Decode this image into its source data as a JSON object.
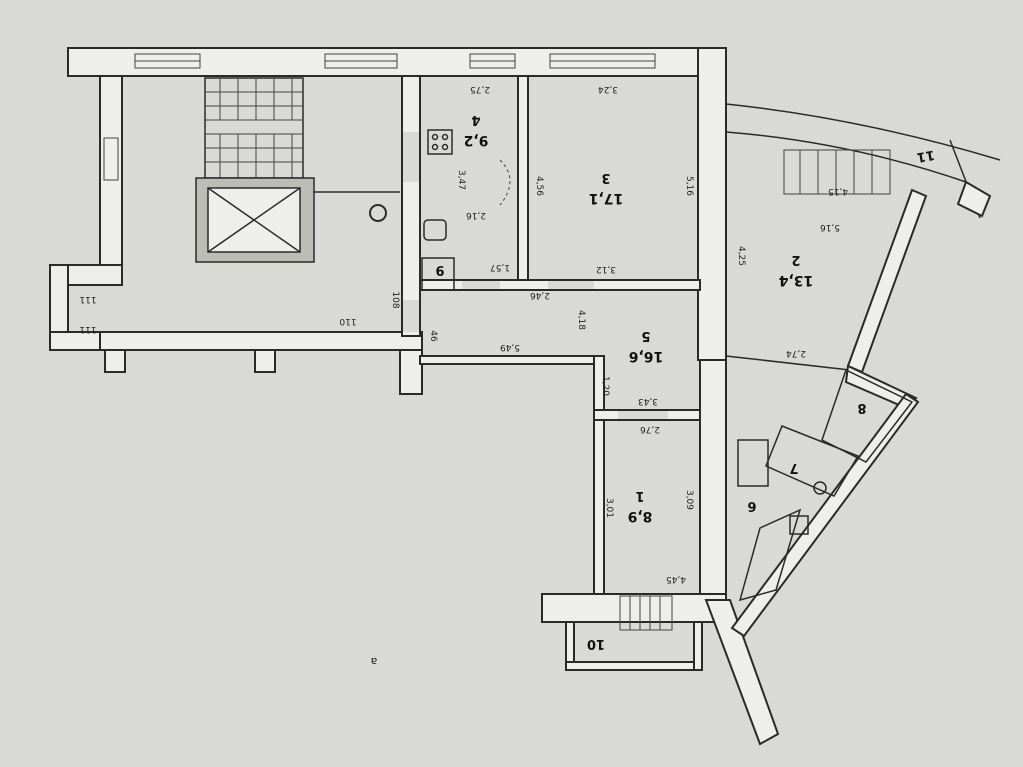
{
  "rooms": [
    {
      "id": "1",
      "area": "8,9"
    },
    {
      "id": "2",
      "area": "13,4"
    },
    {
      "id": "3",
      "area": "17,1"
    },
    {
      "id": "4",
      "area": "9,2"
    },
    {
      "id": "5",
      "area": "16,6"
    },
    {
      "id": "6",
      "area": ""
    },
    {
      "id": "7",
      "area": ""
    },
    {
      "id": "8",
      "area": ""
    },
    {
      "id": "9",
      "area": ""
    },
    {
      "id": "10",
      "area": ""
    },
    {
      "id": "11",
      "area": ""
    }
  ],
  "dimensions": {
    "d_275": "2,75",
    "d_324": "3,24",
    "d_516": "5,16",
    "d_516b": "5,16",
    "d_425": "4,25",
    "d_456": "4,56",
    "d_347": "3,47",
    "d_216": "2,16",
    "d_157": "1,57",
    "d_246": "2,46",
    "d_312": "3,12",
    "d_549": "5,49",
    "d_418": "4,18",
    "d_120": "1,20",
    "d_343": "3,43",
    "d_276": "2,76",
    "d_301": "3,01",
    "d_309": "3,09",
    "d_445": "4,45",
    "d_108": "108",
    "d_110": "110",
    "d_111a": "111",
    "d_111b": "111",
    "d_46": "46",
    "d_415": "4,15",
    "d_274": "2,74"
  },
  "mark": "a"
}
